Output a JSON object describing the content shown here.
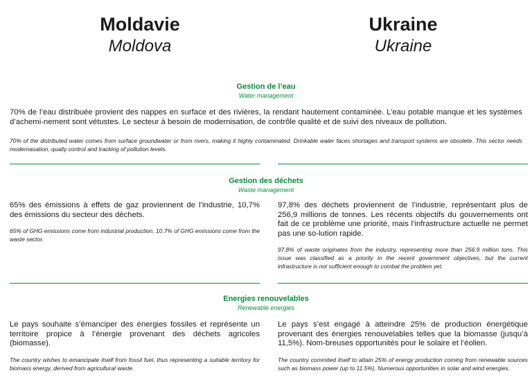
{
  "countries": {
    "left": {
      "name_fr": "Moldavie",
      "name_en": "Moldova"
    },
    "right": {
      "name_fr": "Ukraine",
      "name_en": "Ukraine"
    }
  },
  "sections": {
    "water": {
      "title_fr": "Gestion de l’eau",
      "title_en": "Water management",
      "text_fr": "70% de l’eau distribuée provient des nappes en surface et des rivières, la rendant hautement contaminée. L’eau potable manque et les systèmes d’achemi-nement sont vétustes. Le secteur à besoin de modernisation, de contrôle qualité et de suivi des niveaux de pollution.",
      "text_en": "70% of the distributed water comes from surface groundwater or from rivers, making it highly contaminated. Drinkable water faces shortages and  transport systems are obsolete. This sector needs modernasation, qualty control and tracking of pollution levels."
    },
    "waste": {
      "title_fr": "Gestion des déchets",
      "title_en": "Waste management",
      "left_fr": "65% des émissions à effets de gaz proviennent de l’industrie, 10,7% des émissions du secteur des déchets.",
      "left_en": "65% of GHG emissions come from industrial production, 10.7% of GHG emissions come from the waste sector.",
      "right_fr": "97,8% des déchets proviennent de l’industrie, représentant plus de 256,9 millions de tonnes. Les récents objectifs du gouvernements ont fait de ce problème une priorité, mais l’infrastructure actuelle ne permet pas une so-lution rapide.",
      "right_en": "97.8% of waste originates from the industry, representing more than 256.9 million tons. This issue was classified as a priority in the recent government objectives, but the current infrastructure is not sufficient enough to combat the problem yet."
    },
    "energy": {
      "title_fr": "Energies renouvelables",
      "title_en": "Renewable energies",
      "left_fr": "Le pays souhaite s’émanciper des énergies fossiles et représente un territoire propice à l’énergie provenant des déchets agricoles (biomasse).",
      "left_en": "The country wishes to emancipate itself from fossil fuel, thus representing a suitable territory for biomass energy, derived from agricultural waste.",
      "right_fr": "Le pays s’est engagé à atteindre 25% de production énergétique provenant des énergies renouvelables telles que la biomasse (jusqu’à 11,5%). Nom-breuses opportunités pour le solaire et l’éolien.",
      "right_en": "The country commited itself to attain 25% of energy production coming from renewable sources such as biomass power (up to 11.5%). Numerous opportunities in solar and wind energies."
    }
  },
  "colors": {
    "accent": "#0c8a3c",
    "text": "#1a1a1a"
  }
}
